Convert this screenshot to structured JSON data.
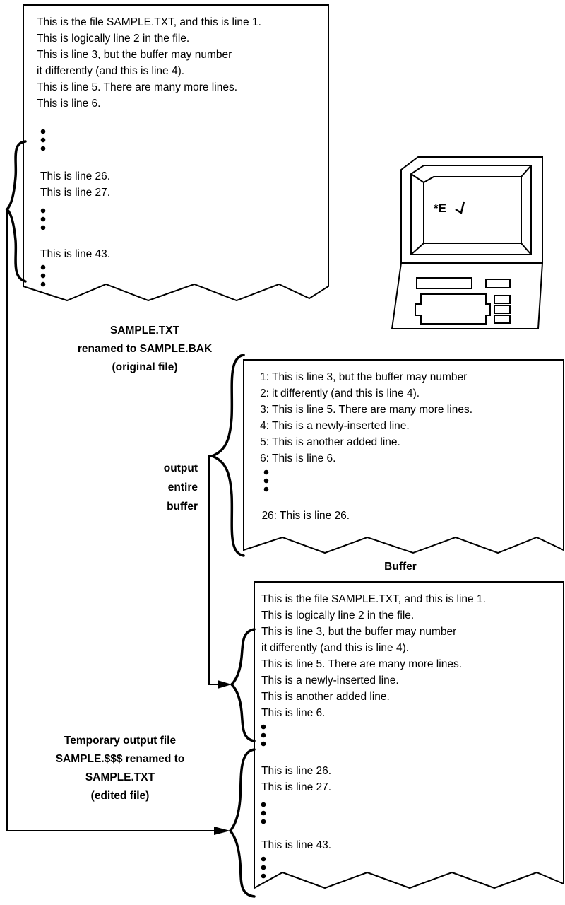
{
  "original_file": {
    "lines": [
      "This is the file SAMPLE.TXT, and this is line 1.",
      "This is logically line 2 in the file.",
      "This is line 3, but the buffer may number",
      "it differently (and this is line 4).",
      "This is line 5. There are many more lines.",
      "This is line 6.",
      "This is line 26.",
      "This is line 27.",
      "This is line 43."
    ]
  },
  "original_caption": [
    "SAMPLE.TXT",
    "renamed to SAMPLE.BAK",
    "(original file)"
  ],
  "terminal": {
    "command": "*E"
  },
  "buffer": {
    "lines": [
      {
        "num": "1:",
        "text": "This is line 3, but the buffer may number"
      },
      {
        "num": "2:",
        "text": "it differently (and this is line 4)."
      },
      {
        "num": "3:",
        "text": "This is line 5. There are many more lines."
      },
      {
        "num": "4:",
        "text": "This is a newly-inserted line."
      },
      {
        "num": "5:",
        "text": "This is another added line."
      },
      {
        "num": "6:",
        "text": "This is line 6."
      },
      {
        "num": "26:",
        "text": "This is line 26."
      }
    ],
    "caption": "Buffer"
  },
  "output_label": [
    "output",
    "entire",
    "buffer"
  ],
  "edited_file": {
    "lines": [
      "This is the file SAMPLE.TXT, and this is line 1.",
      "This is logically line 2 in the file.",
      "This is line 3, but the buffer may number",
      "it differently (and this is line 4).",
      "This is line 5. There are many more lines.",
      "This is a newly-inserted line.",
      "This is another added line.",
      "This is line 6.",
      "This is line 26.",
      "This is line 27.",
      "This is line 43."
    ]
  },
  "edited_caption": [
    "Temporary output file",
    "SAMPLE.$$$ renamed to",
    "SAMPLE.TXT",
    "(edited file)"
  ]
}
